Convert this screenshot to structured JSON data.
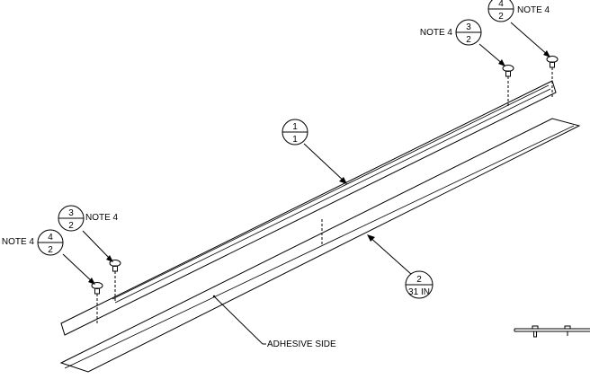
{
  "callouts": {
    "part_1": {
      "top": "1",
      "bottom": "1"
    },
    "part_2": {
      "top": "2",
      "bottom": "31 IN"
    },
    "right_hw_3": {
      "top": "3",
      "bottom": "2",
      "note": "NOTE 4"
    },
    "right_hw_4": {
      "top": "4",
      "bottom": "2",
      "note": "NOTE 4"
    },
    "left_hw_3": {
      "top": "3",
      "bottom": "2",
      "note": "NOTE 4"
    },
    "left_hw_4": {
      "top": "4",
      "bottom": "2",
      "note": "NOTE 4"
    }
  },
  "labels": {
    "adhesive_side": "ADHESIVE SIDE"
  }
}
